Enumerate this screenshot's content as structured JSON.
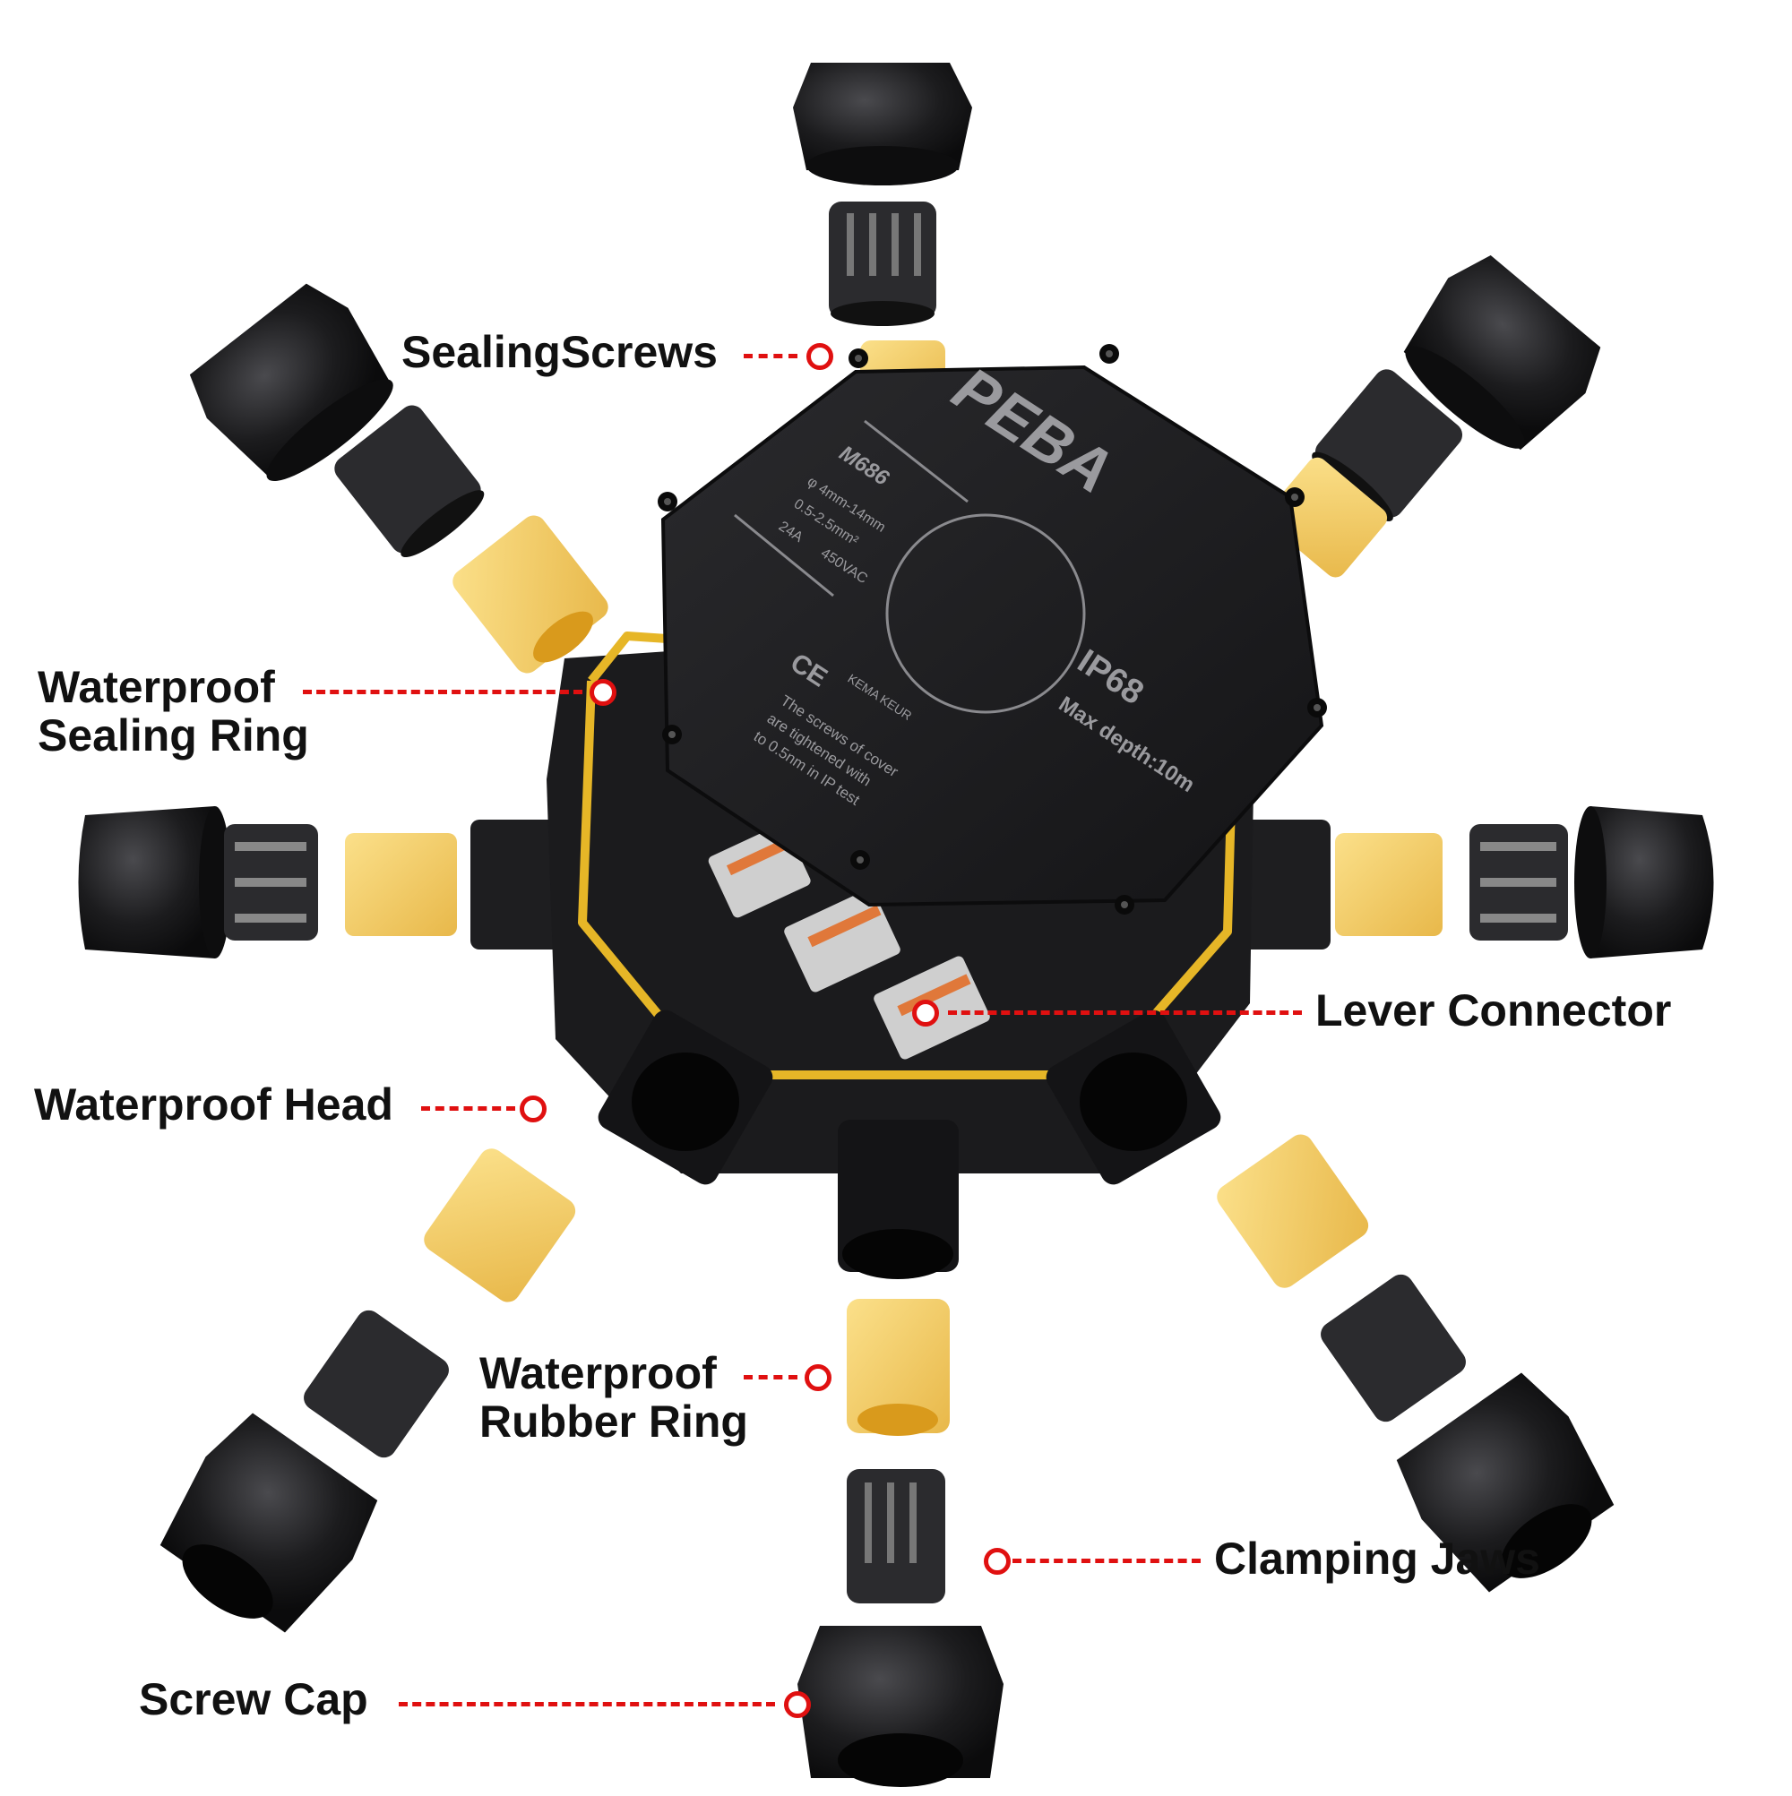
{
  "cover": {
    "model": "M686",
    "spec_diameter": "φ 4mm-14mm",
    "spec_section": "0.5-2.5mm²",
    "spec_rating_a": "24A",
    "spec_rating_v": "450VAC",
    "brand": "PEBA",
    "ce_mark": "CE",
    "cert_mark": "KEMA KEUR",
    "ip_rating": "IP68",
    "depth": "Max depth:10m",
    "note_line1": "The screws of cover",
    "note_line2": "are tightened with",
    "note_line3": "to 0.5nm in IP test"
  },
  "labels": {
    "sealing_screws": "SealingScrews",
    "sealing_ring_1": "Waterproof",
    "sealing_ring_2": "Sealing Ring",
    "lever_connector": "Lever Connector",
    "waterproof_head": "Waterproof Head",
    "rubber_ring_1": "Waterproof",
    "rubber_ring_2": "Rubber Ring",
    "clamping_jaws": "Clamping Jaws",
    "screw_cap": "Screw Cap"
  },
  "colors": {
    "body": "#1b1b1d",
    "yellow_gasket": "#e6b627",
    "rubber_ring": "#f5cf6a",
    "lever_orange": "#e0783a",
    "callout_red": "#e01010"
  }
}
